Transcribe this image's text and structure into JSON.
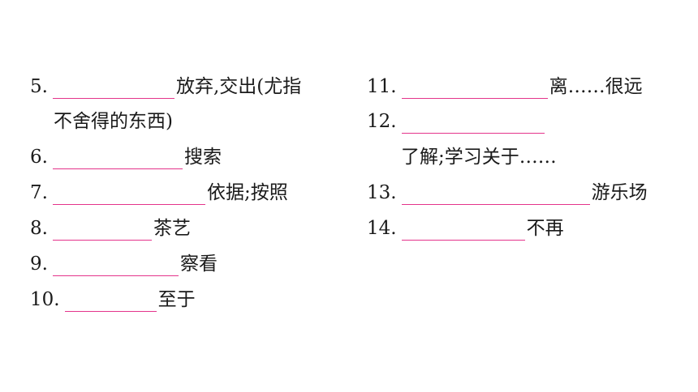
{
  "left_items": [
    {
      "num": "5.",
      "meaning": "放弃,交出(尤指"
    },
    {
      "cont": "不舍得的东西)"
    },
    {
      "num": "6.",
      "meaning": "搜索"
    },
    {
      "num": "7.",
      "meaning": "依据;按照"
    },
    {
      "num": "8.",
      "meaning": "茶艺"
    },
    {
      "num": "9.",
      "meaning": "察看"
    },
    {
      "num": "10.",
      "meaning": "至于"
    }
  ],
  "right_items": [
    {
      "num": "11.",
      "meaning": "离……很远"
    },
    {
      "num": "12.",
      "meaning": ""
    },
    {
      "cont": "了解;学习关于……"
    },
    {
      "num": "13.",
      "meaning": "游乐场"
    },
    {
      "num": "14.",
      "meaning": "不再"
    }
  ],
  "colors": {
    "blank_line": "#e4348b",
    "text": "#1a1a1a"
  }
}
